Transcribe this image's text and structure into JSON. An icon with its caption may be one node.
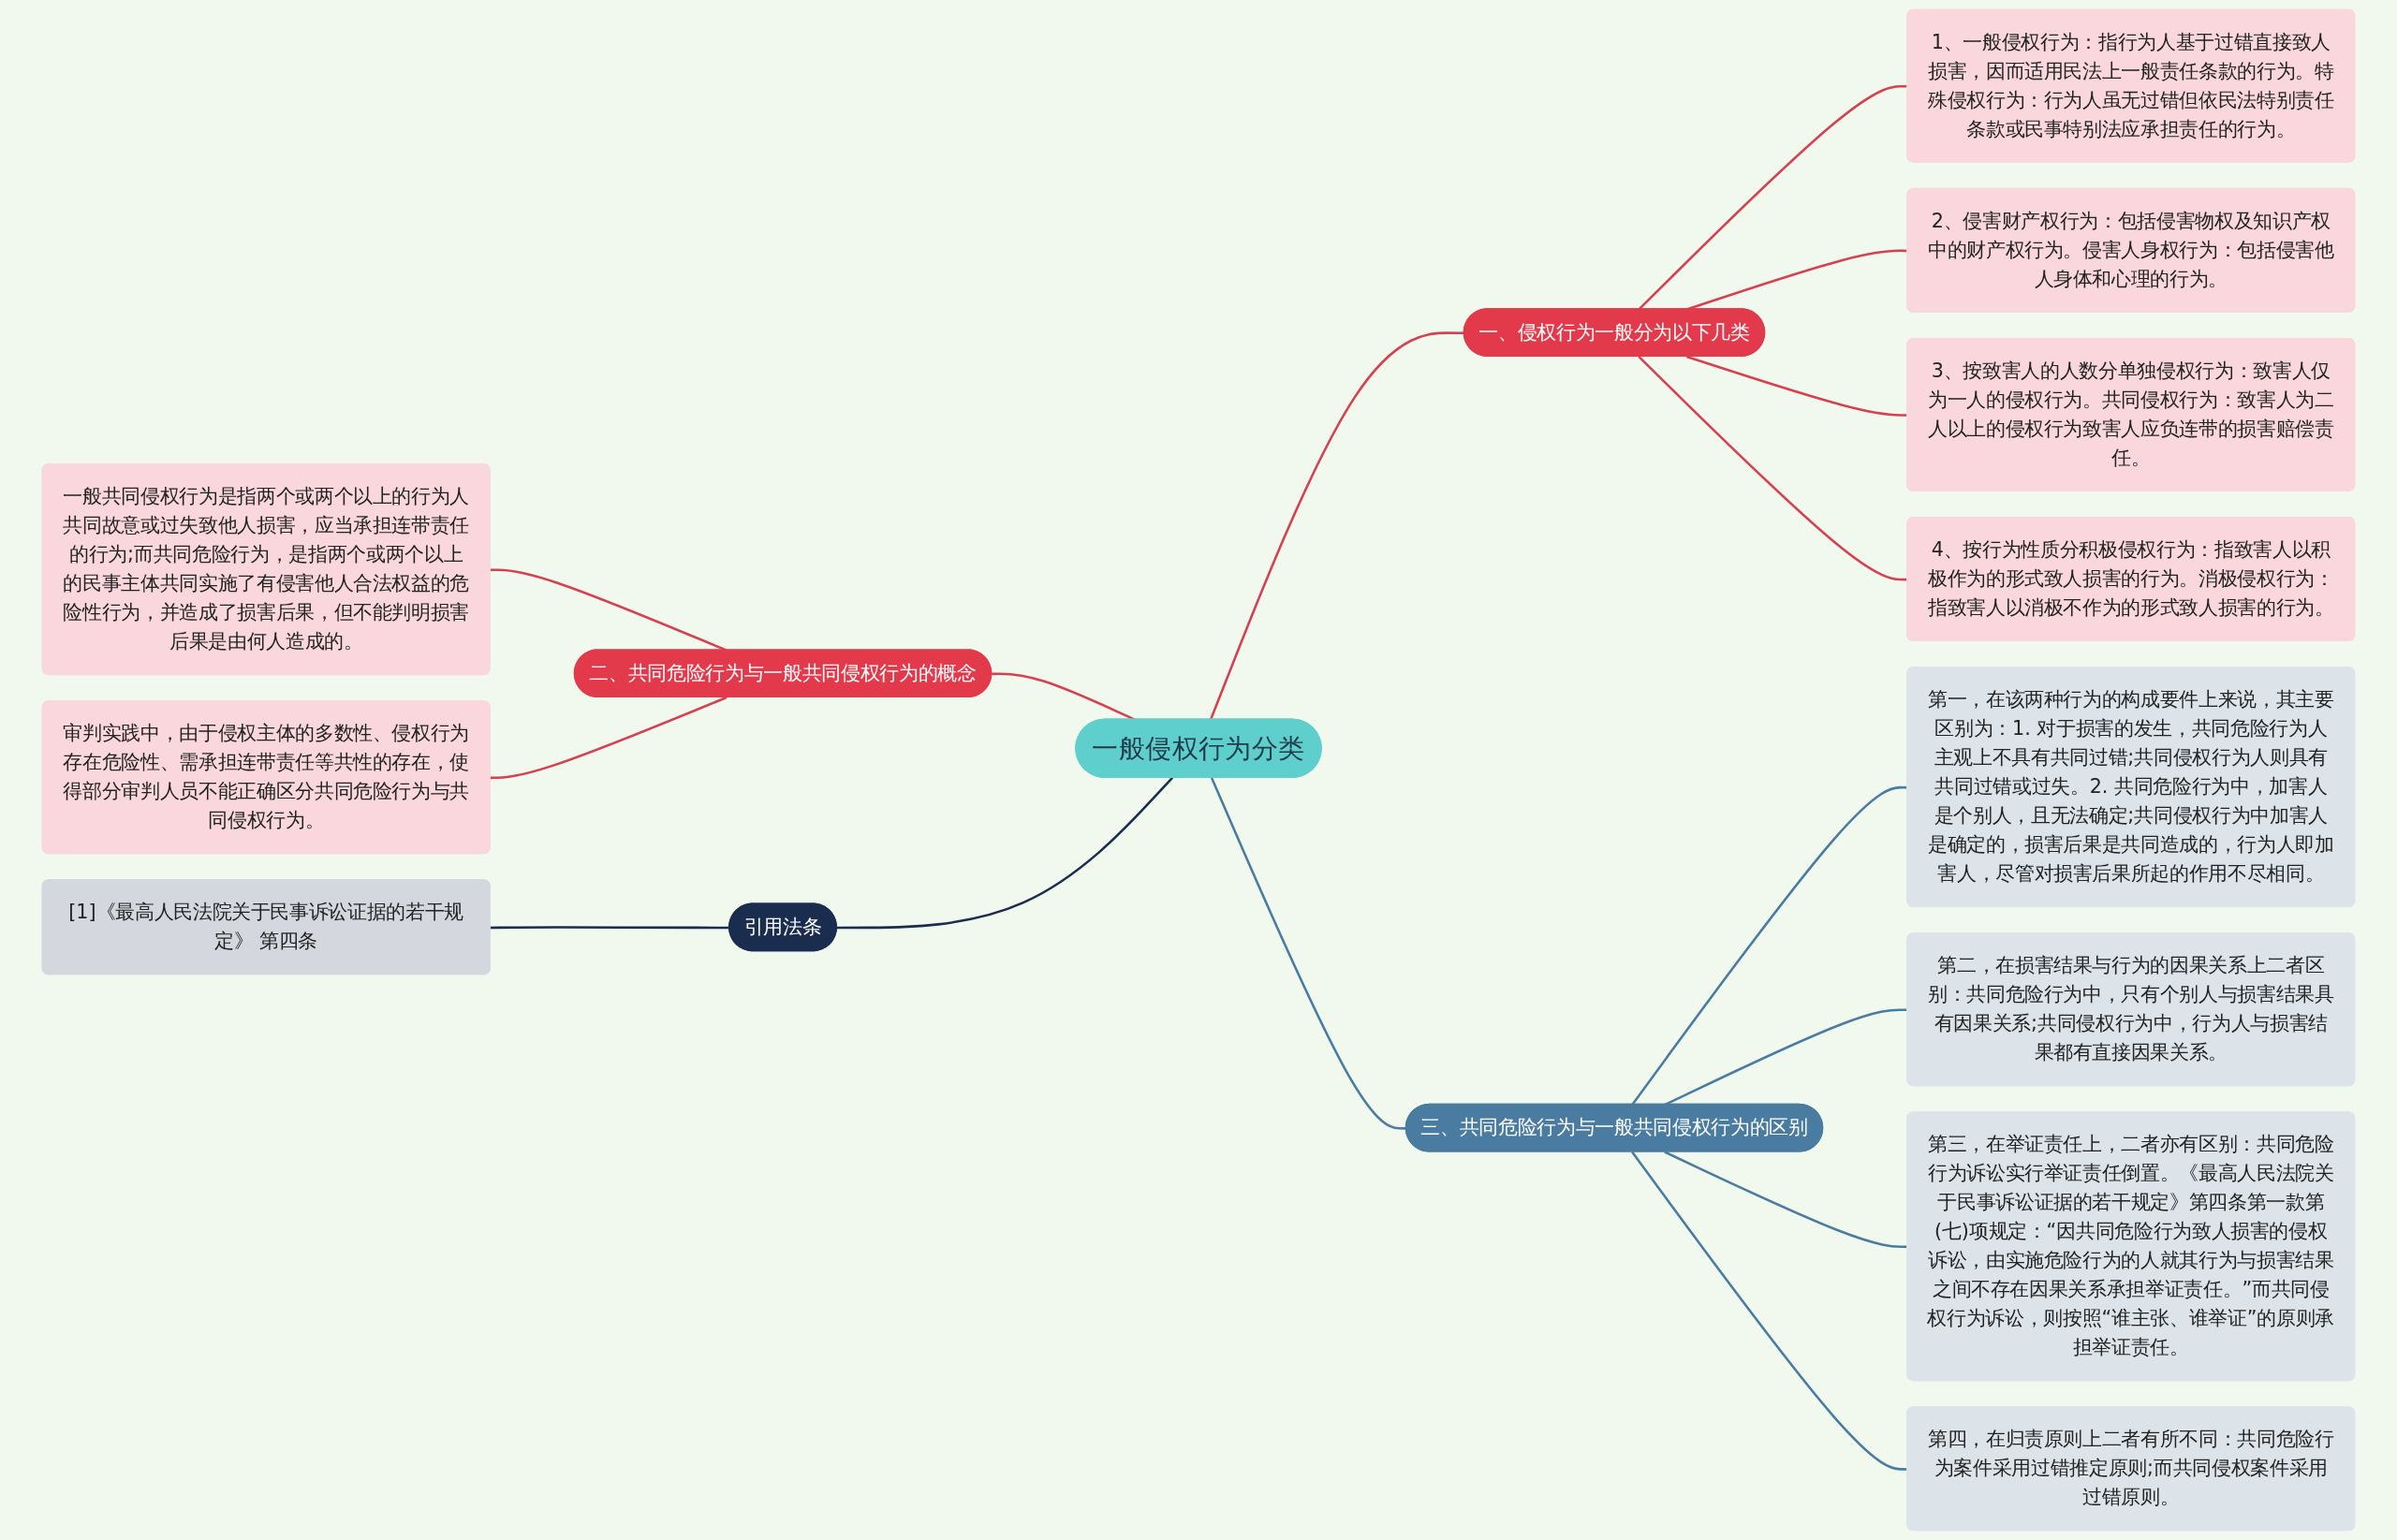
{
  "diagram": {
    "nodes": [
      {
        "text": [
          "一般侵权行为分类"
        ]
      },
      {
        "text": [
          "一、侵权行为一般分为以下几类"
        ]
      },
      {
        "text": [
          "1、一般侵权行为：指行为人基于过错直接致人损害，因而适用民法上一般责任条款的行为。特殊侵权行为：行为人虽无过错但依民法特别责任条款或民事特别法应承担责任的行为。"
        ]
      },
      {
        "text": [
          "2、侵害财产权行为：包括侵害物权及知识产权中的财产权行为。侵害人身权行为：包括侵害他人身体和心理的行为。"
        ]
      },
      {
        "text": [
          "3、按致害人的人数分单独侵权行为：致害人仅为一人的侵权行为。共同侵权行为：致害人为二人以上的侵权行为致害人应负连带的损害赔偿责任。"
        ]
      },
      {
        "text": [
          "4、按行为性质分积极侵权行为：指致害人以积极作为的形式致人损害的行为。消极侵权行为：指致害人以消极不作为的形式致人损害的行为。"
        ]
      },
      {
        "text": [
          "二、共同危险行为与一般共同侵权行为的概念"
        ]
      },
      {
        "text": [
          "一般共同侵权行为是指两个或两个以上的行为人共同故意或过失致他人损害，应当承担连带责任的行为;而共同危险行为，是指两个或两个以上的民事主体共同实施了有侵害他人合法权益的危险性行为，并造成了损害后果，但不能判明损害后果是由何人造成的。"
        ]
      },
      {
        "text": [
          "审判实践中，由于侵权主体的多数性、侵权行为存在危险性、需承担连带责任等共性的存在，使得部分审判人员不能正确区分共同危险行为与共同侵权行为。"
        ]
      },
      {
        "text": [
          "引用法条"
        ]
      },
      {
        "text": [
          "[1]《最高人民法院关于民事诉讼证据的若干规定》 第四条"
        ]
      },
      {
        "text": [
          "三、共同危险行为与一般共同侵权行为的区别"
        ]
      },
      {
        "text": [
          "第一，在该两种行为的构成要件上来说，其主要区别为：1. 对于损害的发生，共同危险行为人主观上不具有共同过错;共同侵权行为人则具有共同过错或过失。2. 共同危险行为中，加害人是个别人，且无法确定;共同侵权行为中加害人是确定的，损害后果是共同造成的，行为人即加害人，尽管对损害后果所起的作用不尽相同。"
        ]
      },
      {
        "text": [
          "第二，在损害结果与行为的因果关系上二者区别：共同危险行为中，只有个别人与损害结果具有因果关系;共同侵权行为中，行为人与损害结果都有直接因果关系。"
        ]
      },
      {
        "text": [
          "第三，在举证责任上，二者亦有区别：共同危险行为诉讼实行举证责任倒置。《最高人民法院关于民事诉讼证据的若干规定》第四条第一款第(七)项规定：“因共同危险行为致人损害的侵权诉讼，由实施危险行为的人就其行为与损害结果之间不存在因果关系承担举证责任。”而共同侵权行为诉讼，则按照“谁主张、谁举证”的原则承担举证责任。"
        ]
      },
      {
        "text": [
          "第四，在归责原则上二者有所不同：共同危险行为案件采用过错推定原则;而共同侵权案件采用过错原则。"
        ]
      }
    ],
    "edges": [
      {
        "from": 0,
        "to": 1,
        "arrow": "none"
      },
      {
        "from": 1,
        "to": 2,
        "arrow": "none"
      },
      {
        "from": 1,
        "to": 3,
        "arrow": "none"
      },
      {
        "from": 1,
        "to": 4,
        "arrow": "none"
      },
      {
        "from": 1,
        "to": 5,
        "arrow": "none"
      },
      {
        "from": 6,
        "to": 0,
        "arrow": "none"
      },
      {
        "from": 7,
        "to": 6,
        "arrow": "none"
      },
      {
        "from": 8,
        "to": 6,
        "arrow": "none"
      },
      {
        "from": 9,
        "to": 0,
        "arrow": "none",
        "color": "#1b2d4f"
      },
      {
        "from": 10,
        "to": 9,
        "arrow": "none",
        "color": "#1b2d4f"
      },
      {
        "from": 0,
        "to": 11,
        "arrow": "none",
        "color": "#4a7ba0"
      },
      {
        "from": 11,
        "to": 12,
        "arrow": "none",
        "color": "#4a7ba0"
      },
      {
        "from": 11,
        "to": 13,
        "arrow": "none",
        "color": "#4a7ba0"
      },
      {
        "from": 11,
        "to": 14,
        "arrow": "none",
        "color": "#4a7ba0"
      },
      {
        "from": 11,
        "to": 15,
        "arrow": "none",
        "color": "#4a7ba0"
      }
    ]
  }
}
